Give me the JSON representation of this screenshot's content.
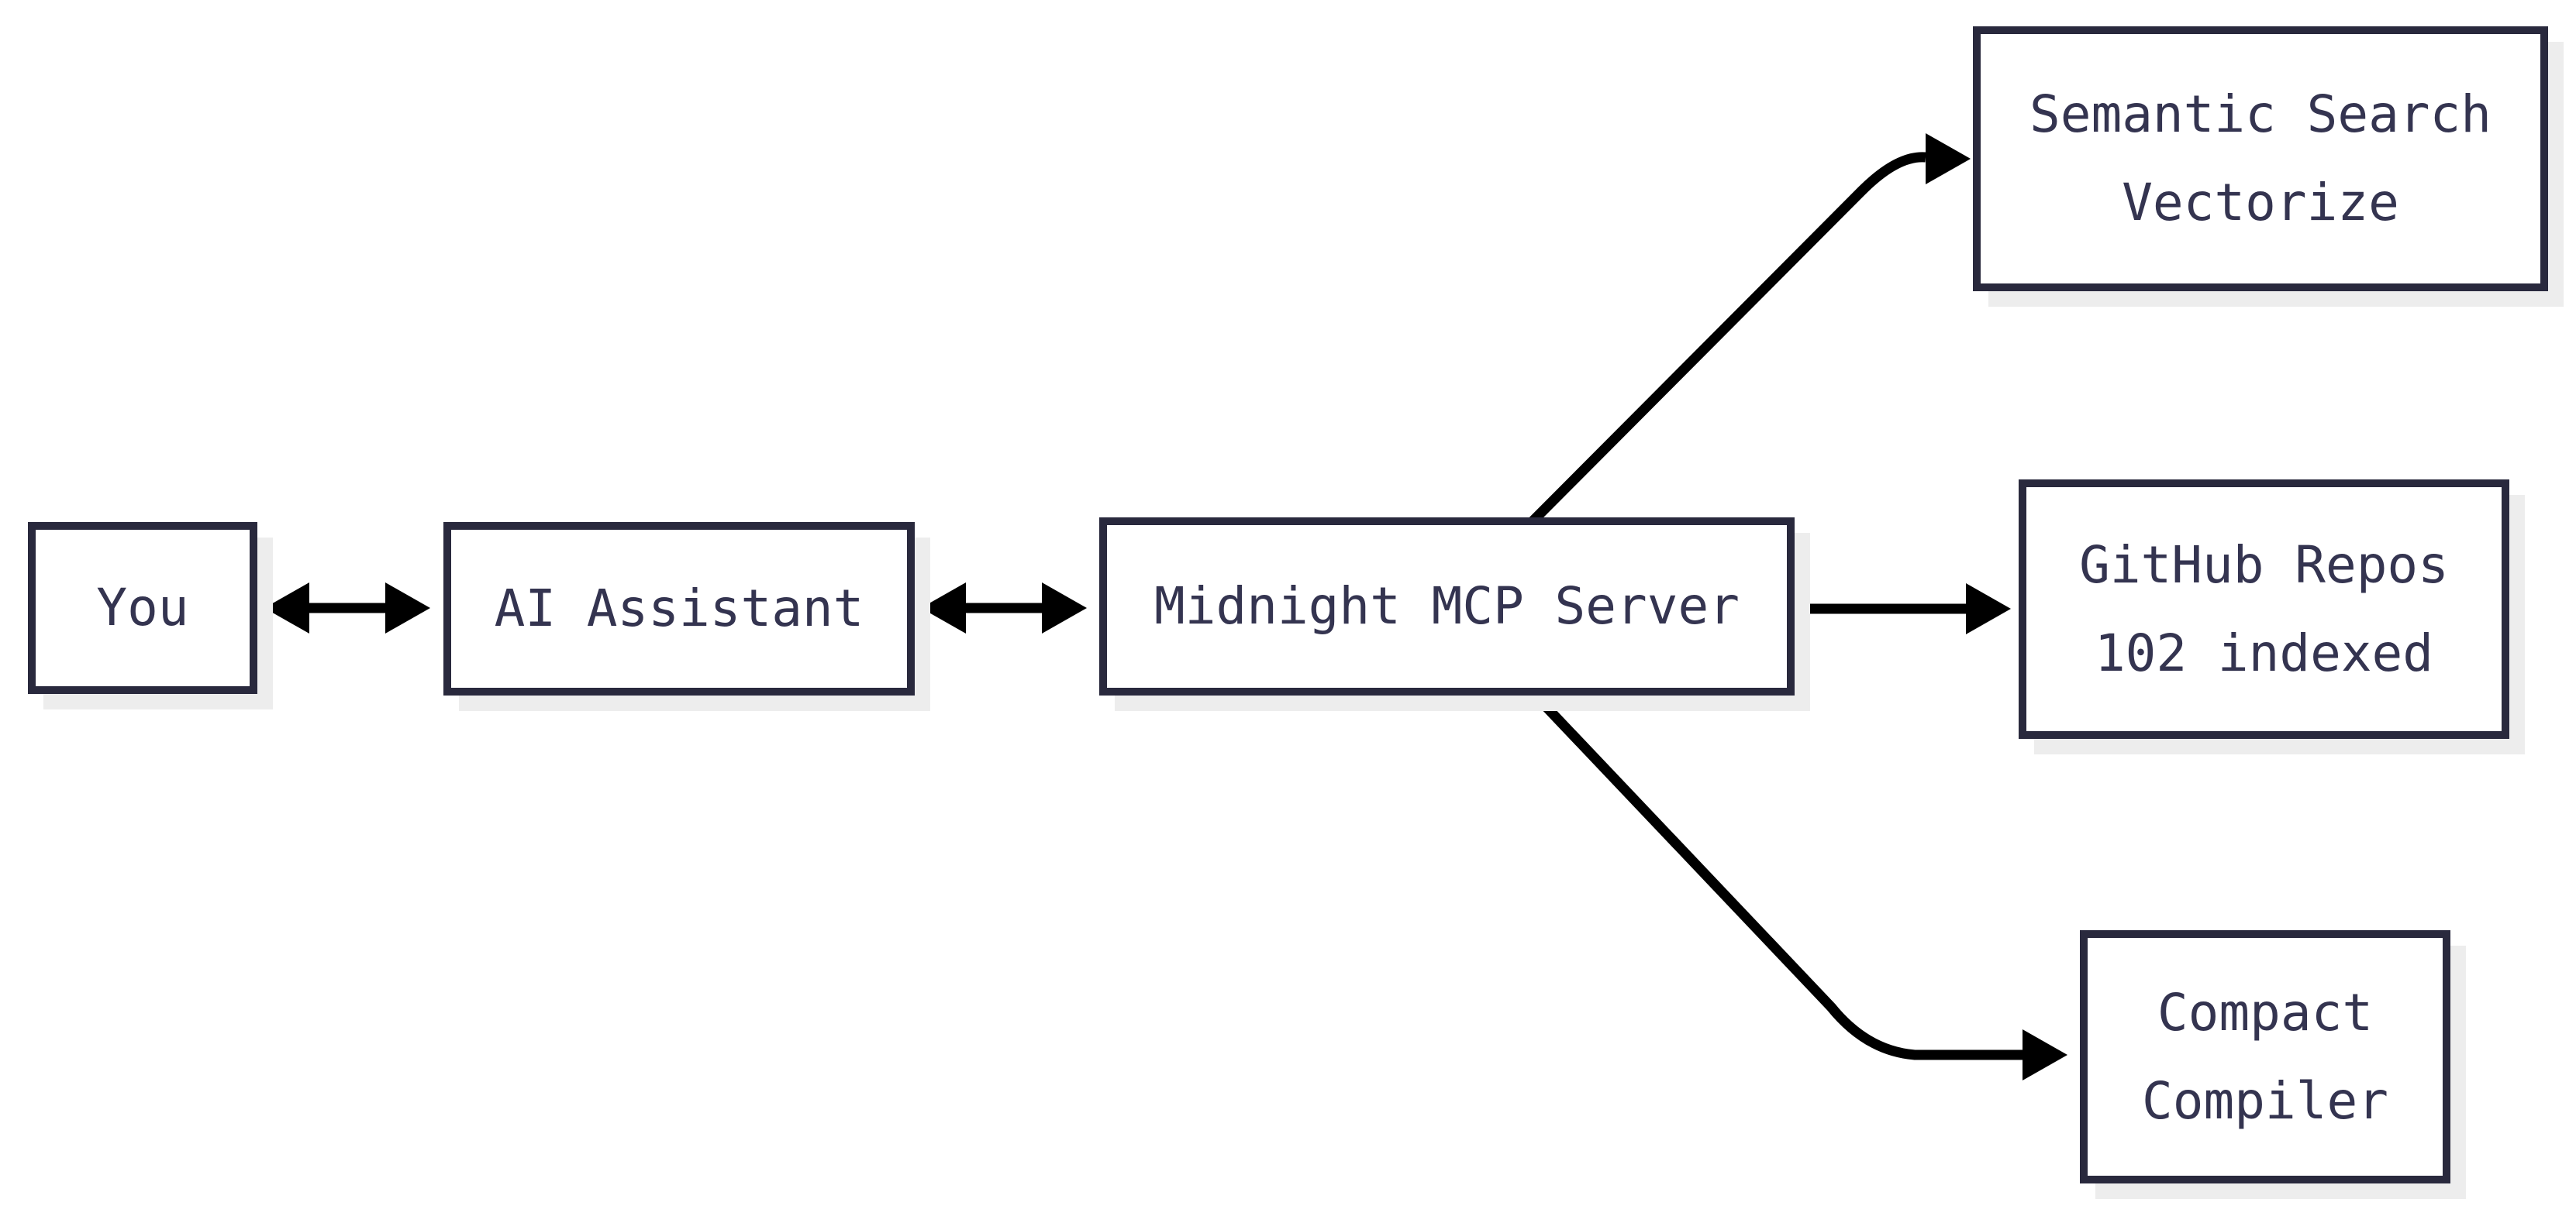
{
  "colors": {
    "background": "#ffffff",
    "box_border": "#29293d",
    "box_fill": "#ffffff",
    "box_shadow": "#ededed",
    "text": "#343450",
    "arrow": "#000000"
  },
  "nodes": {
    "you": {
      "line1": "You"
    },
    "ai": {
      "line1": "AI Assistant"
    },
    "mcp": {
      "line1": "Midnight MCP Server"
    },
    "semantic": {
      "line1": "Semantic Search",
      "line2": "Vectorize"
    },
    "github": {
      "line1": "GitHub Repos",
      "line2": "102 indexed"
    },
    "compiler": {
      "line1": "Compact",
      "line2": "Compiler"
    }
  },
  "edges": [
    {
      "from": "You",
      "to": "AI Assistant",
      "direction": "bidirectional"
    },
    {
      "from": "AI Assistant",
      "to": "Midnight MCP Server",
      "direction": "bidirectional"
    },
    {
      "from": "Midnight MCP Server",
      "to": "Semantic Search Vectorize",
      "direction": "one-way"
    },
    {
      "from": "Midnight MCP Server",
      "to": "GitHub Repos 102 indexed",
      "direction": "one-way"
    },
    {
      "from": "Midnight MCP Server",
      "to": "Compact Compiler",
      "direction": "one-way"
    }
  ]
}
